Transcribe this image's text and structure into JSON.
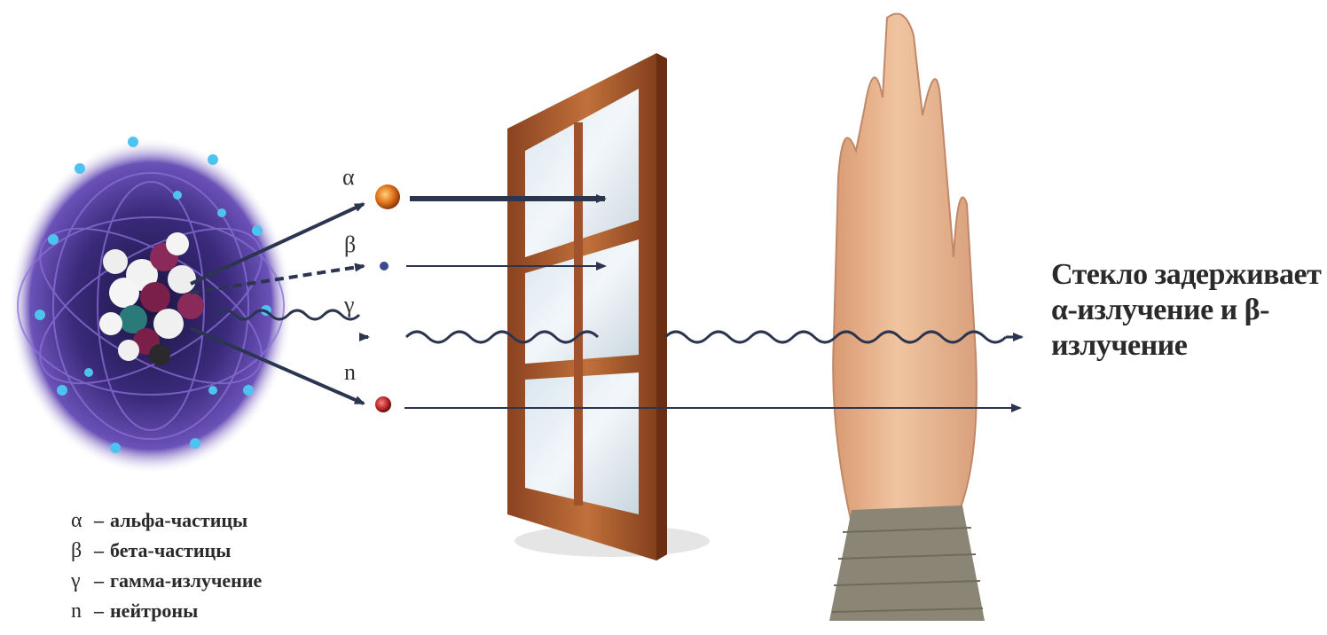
{
  "particles": [
    {
      "symbol": "α",
      "color": "#e0701a",
      "passes_glass": false,
      "passes_hand": false
    },
    {
      "symbol": "β",
      "color": "#3b4a8a",
      "passes_glass": false,
      "passes_hand": false
    },
    {
      "symbol": "γ",
      "color": "#333333",
      "passes_glass": true,
      "passes_hand": true
    },
    {
      "symbol": "n",
      "color": "#b02020",
      "passes_glass": true,
      "passes_hand": true
    }
  ],
  "caption": {
    "lines": [
      "Стекло задерживает",
      "α-излучение и β-",
      "излучение"
    ]
  },
  "legend": [
    {
      "symbol": "α",
      "text": "альфа-частицы"
    },
    {
      "symbol": "β",
      "text": "бета-частицы"
    },
    {
      "symbol": "γ",
      "text": "гамма-излучение"
    },
    {
      "symbol": "n",
      "text": "нейтроны"
    }
  ],
  "colors": {
    "arrow": "#2c3550",
    "window_frame": "#a0522d",
    "atom_glow": "#5b3c9e",
    "skin": "#e8b48f"
  }
}
